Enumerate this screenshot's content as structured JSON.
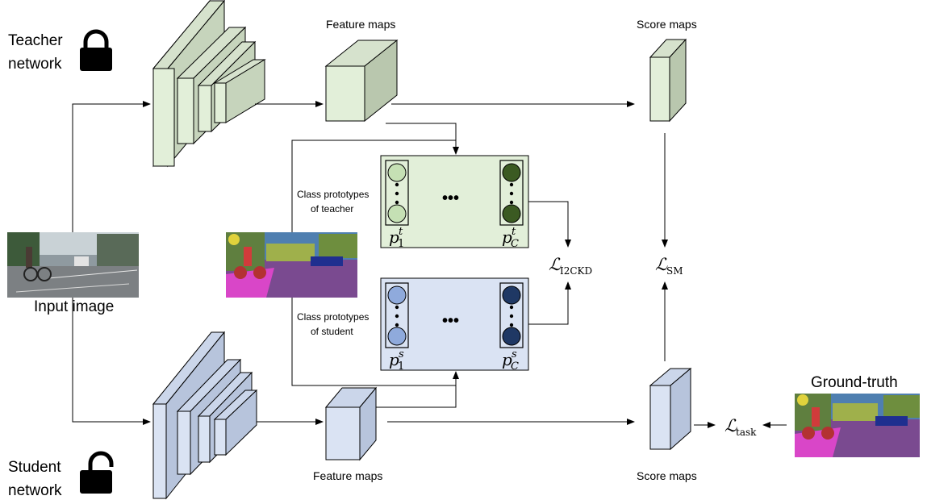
{
  "labels": {
    "teacher_line1": "Teacher",
    "teacher_line2": "network",
    "student_line1": "Student",
    "student_line2": "network",
    "feature_maps_top": "Feature maps",
    "feature_maps_bottom": "Feature maps",
    "score_maps_top": "Score maps",
    "score_maps_bottom": "Score maps",
    "input_image": "Input image",
    "ground_truth": "Ground-truth",
    "proto_teacher_line1": "Class prototypes",
    "proto_teacher_line2": "of teacher",
    "proto_student_line1": "Class prototypes",
    "proto_student_line2": "of student",
    "ellipsis": "•••"
  },
  "math": {
    "p": "p",
    "sub_1": "1",
    "sub_C": "C",
    "sup_t": "t",
    "sup_s": "s",
    "loss_symbol": "ℒ",
    "loss_i2ckd": "I2CKD",
    "loss_sm": "SM",
    "loss_task": "task"
  },
  "colors": {
    "teacher_fill": "#e2efd9",
    "student_fill": "#dae3f3",
    "teacher_light_circle": "#c5e0b4",
    "teacher_dark_circle": "#3b5a22",
    "student_light_circle": "#8faadc",
    "student_dark_circle": "#1f3864",
    "segmentation_magenta": "#d946c8",
    "segmentation_purple": "#7a4a90"
  },
  "icons": {
    "teacher_lock": "lock-closed-icon",
    "student_lock": "lock-open-icon"
  }
}
